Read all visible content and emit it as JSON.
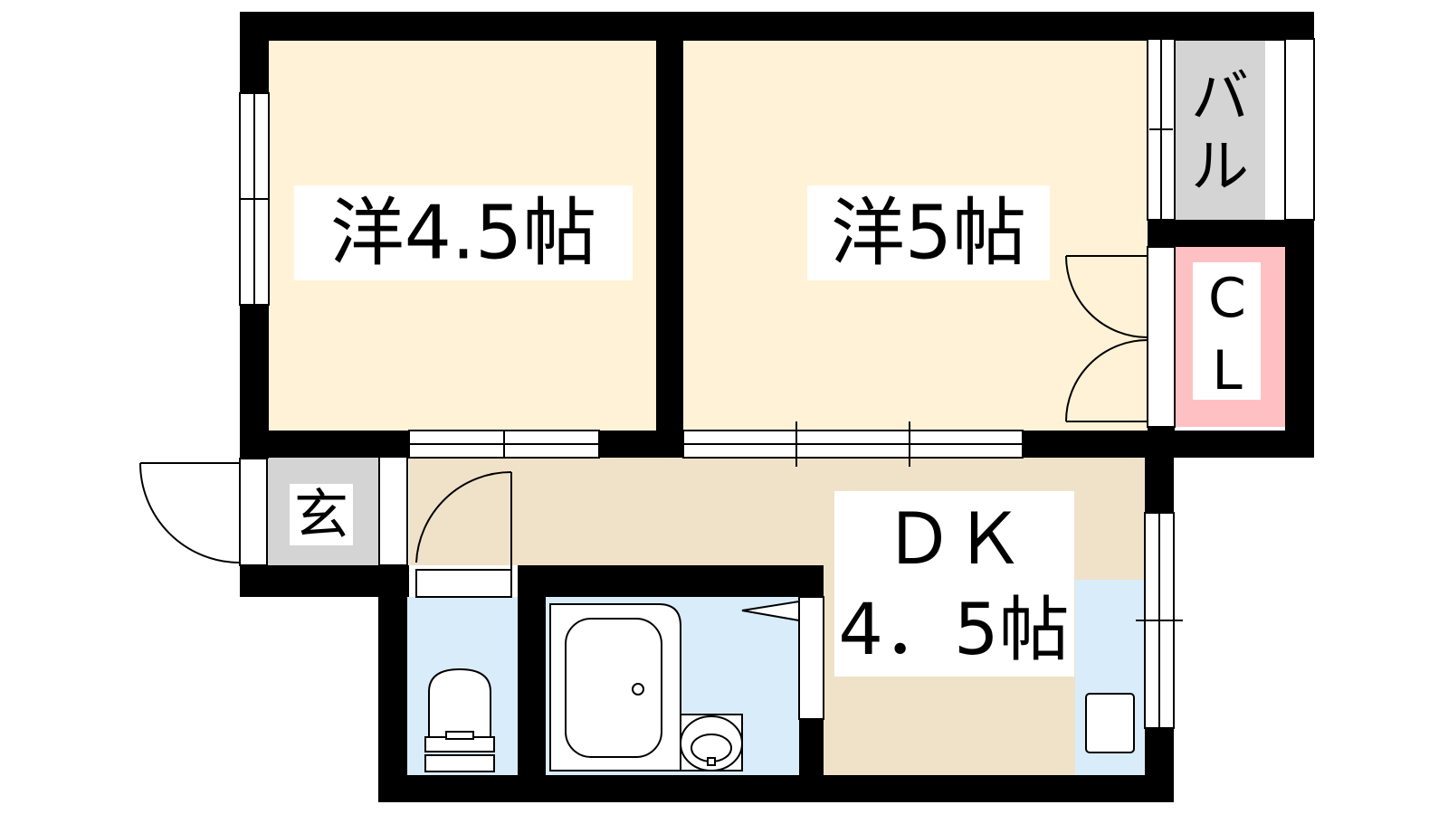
{
  "floorplan": {
    "rooms": {
      "western_1": {
        "label": "洋4.5帖",
        "color": "#fff2d6"
      },
      "western_2": {
        "label": "洋5帖",
        "color": "#fff2d6"
      },
      "balcony": {
        "label_chars": [
          "バ",
          "ル"
        ],
        "color": "#d4d4d4"
      },
      "closet": {
        "label_chars": [
          "C",
          "L"
        ],
        "color": "#ffc0c4"
      },
      "entrance": {
        "label": "玄",
        "color": "#d4d4d4"
      },
      "dk": {
        "label_lines": [
          "ＤＫ",
          "4．5帖"
        ],
        "color": "#f0e2c8"
      },
      "toilet": {
        "color": "#d9ecfa"
      },
      "bath": {
        "color": "#d9ecfa"
      },
      "kitchen_unit": {
        "color": "#d9ecfa"
      }
    },
    "colors": {
      "wall": "#000000",
      "fixture_stroke": "#000000"
    }
  }
}
